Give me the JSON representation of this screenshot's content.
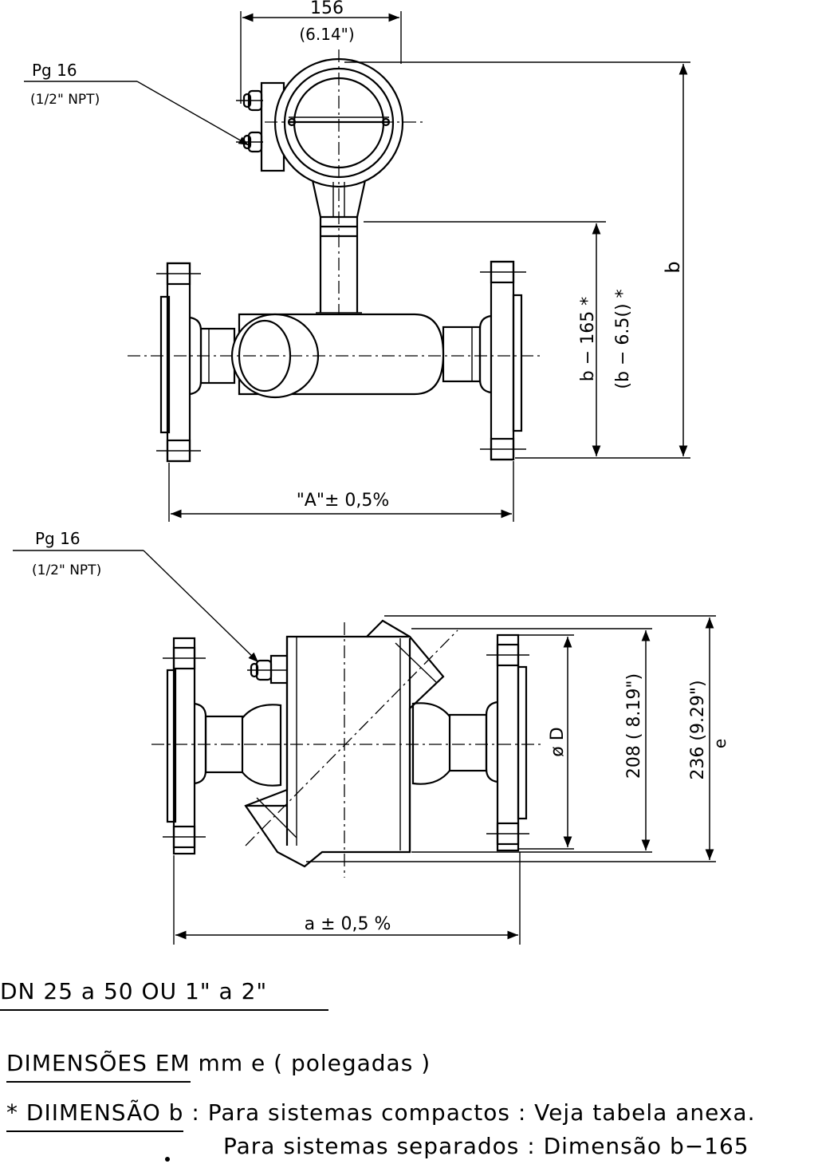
{
  "top_view": {
    "width_mm": "156",
    "width_in": "(6.14\")",
    "conduit_label": "Pg 16",
    "conduit_npt": "(1/2\" NPT)",
    "dim_b": "b",
    "dim_b_minus": "b − 165 *",
    "dim_b_minus_in": "(b − 6.5() *",
    "length_label": "\"A\"± 0,5%"
  },
  "bottom_view": {
    "conduit_label": "Pg 16",
    "conduit_npt": "(1/2\" NPT)",
    "diameter_label": "ø D",
    "dim_208": "208 ( 8.19\")",
    "dim_236": "236 (9.29\")",
    "dim_e": "e",
    "length_label": "a ± 0,5 %"
  },
  "notes": {
    "size_range": "DN 25 a 50 OU 1\" a 2\"",
    "units_underlined": "DIMENSÕES EM",
    "units_rest": " mm e ( polegadas )",
    "star_dim_underlined": "* DIIMENSÃO b",
    "star_compact": " : Para sistemas compactos : Veja tabela anexa.",
    "star_separate": "Para sistemas separados :  Dimensão b−165"
  },
  "colors": {
    "line": "#000000",
    "background": "#ffffff"
  }
}
